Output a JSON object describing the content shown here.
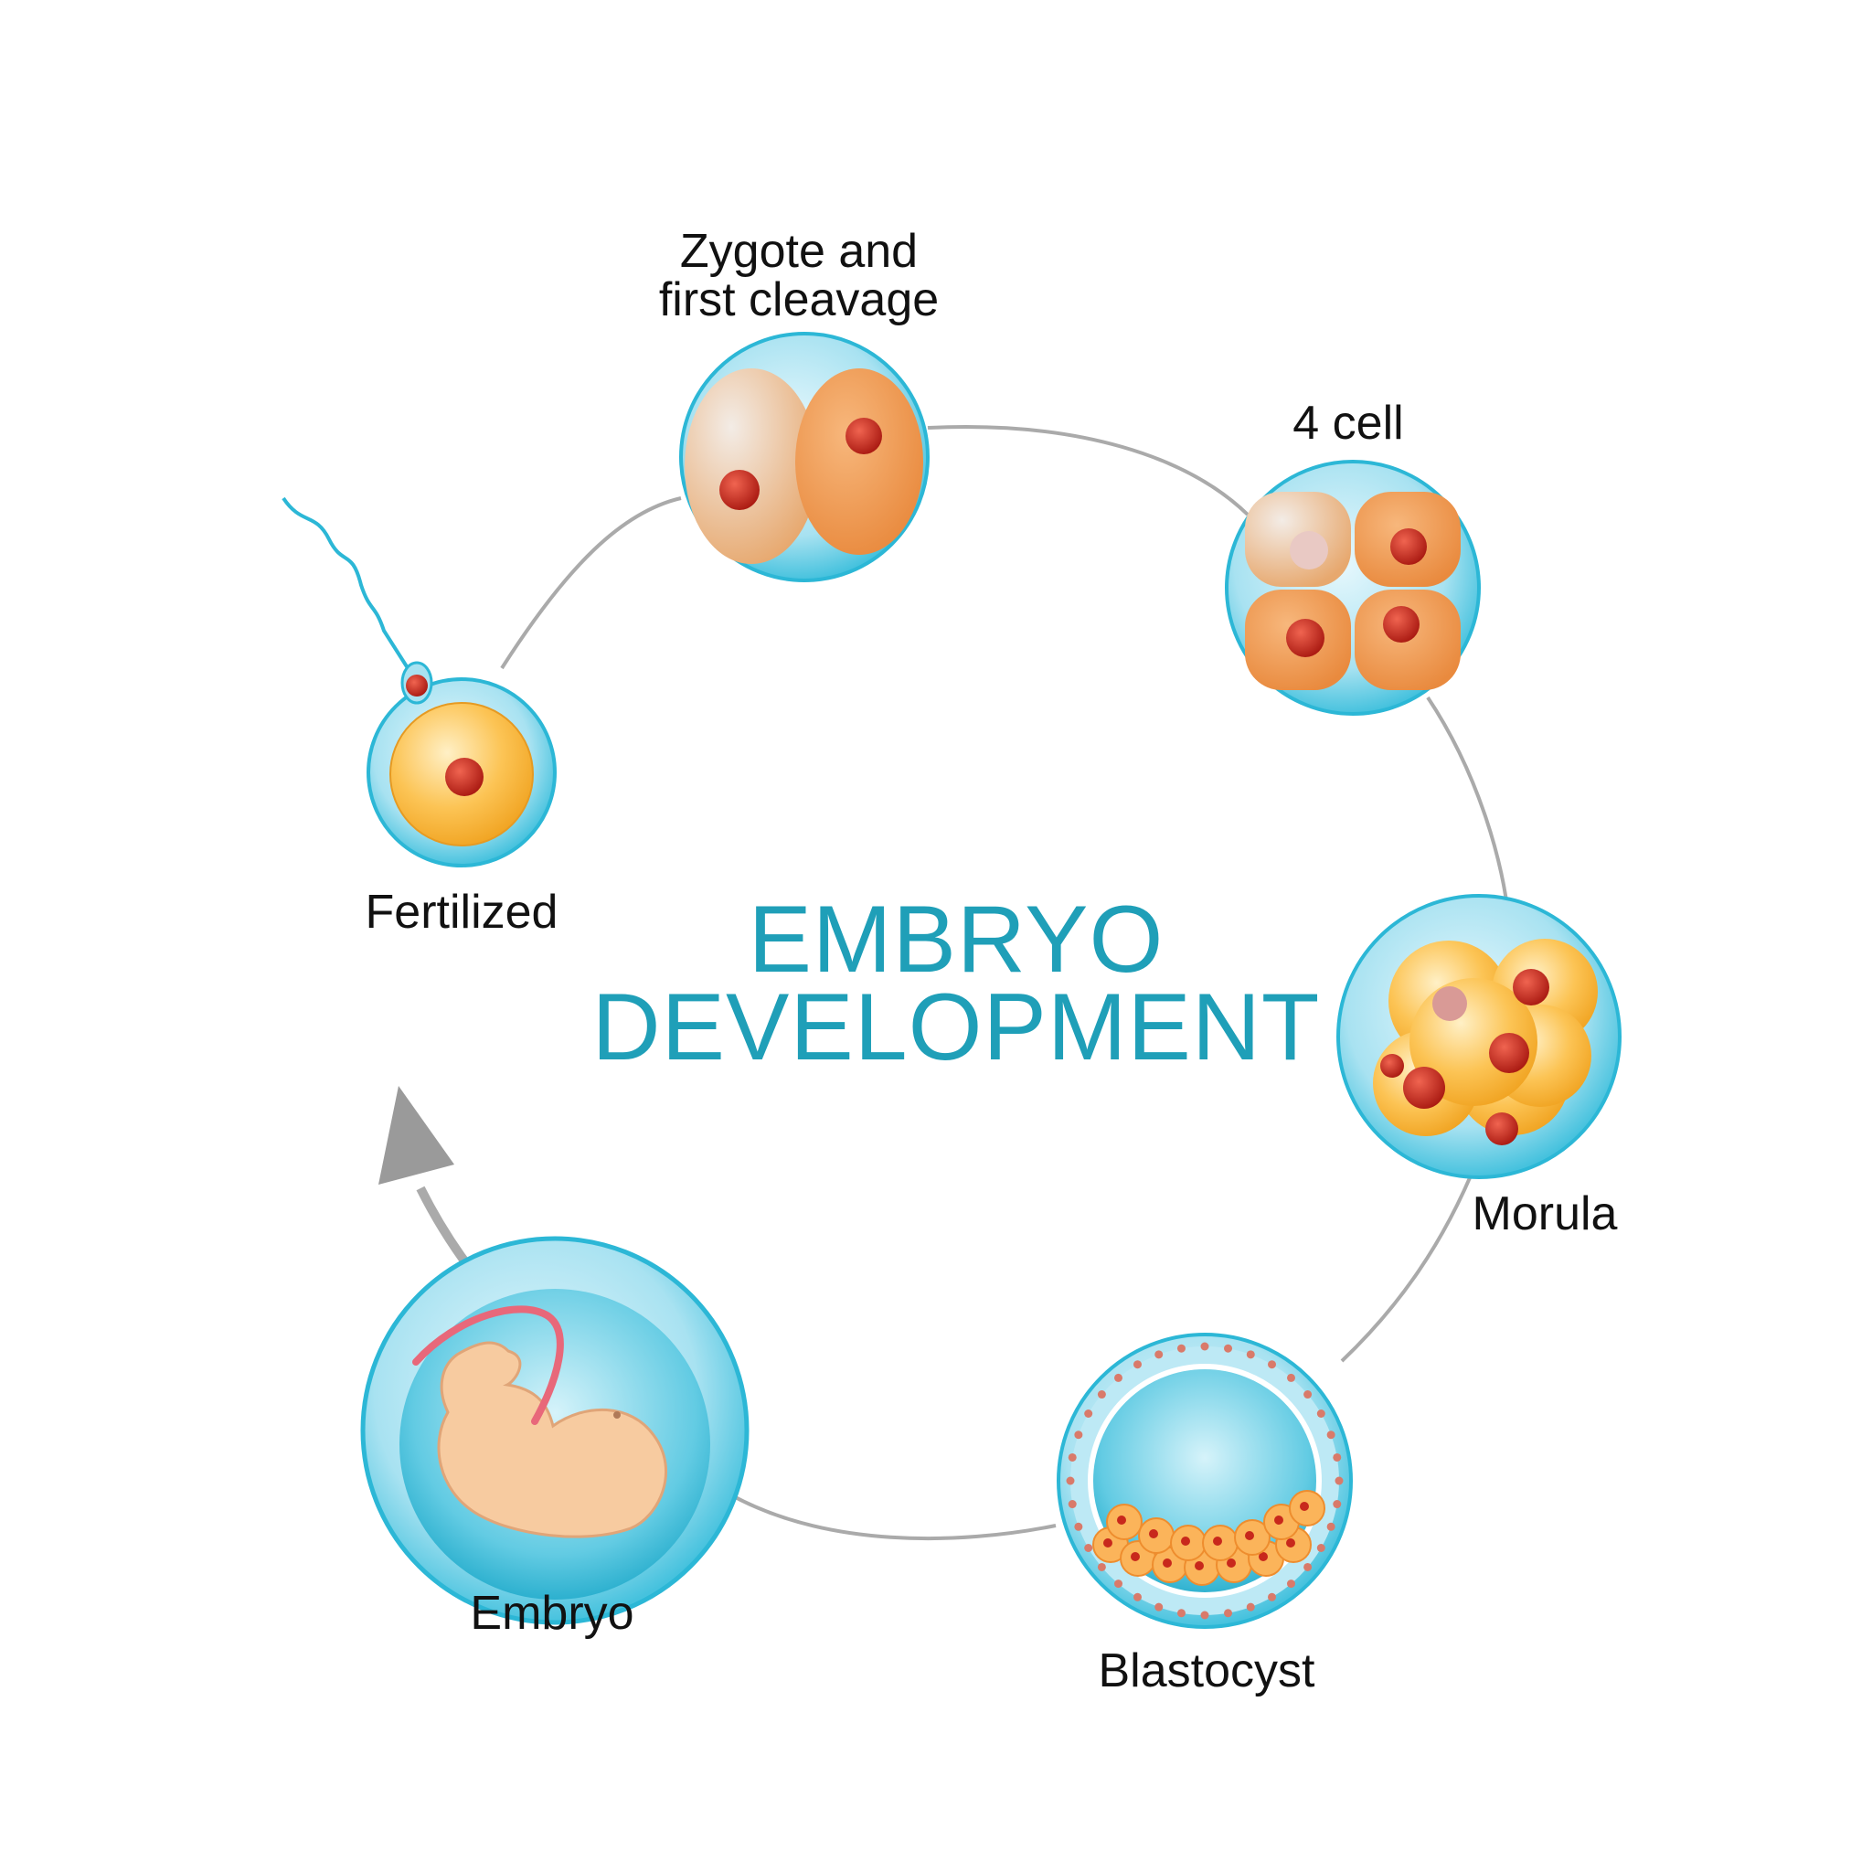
{
  "diagram": {
    "title_line1": "EMBRYO",
    "title_line2": "DEVELOPMENT",
    "stages": [
      {
        "line1": "Zygote and",
        "line2": "first cleavage"
      },
      {
        "line1": "4 cell"
      },
      {
        "line1": "Morula"
      },
      {
        "line1": "Blastocyst"
      },
      {
        "line1": "Embryo"
      },
      {
        "line1": "Fertilized"
      }
    ],
    "colors": {
      "title": "#1f9fb8",
      "membrane": "#8fd6ea",
      "membrane_edge": "#2cb7d6",
      "cell_orange": "#f5a35a",
      "cell_yellow": "#fbbf3a",
      "nucleus": "#c8281c",
      "cycle_line": "#aaaaaa",
      "embryo_skin": "#f7cba0"
    }
  }
}
